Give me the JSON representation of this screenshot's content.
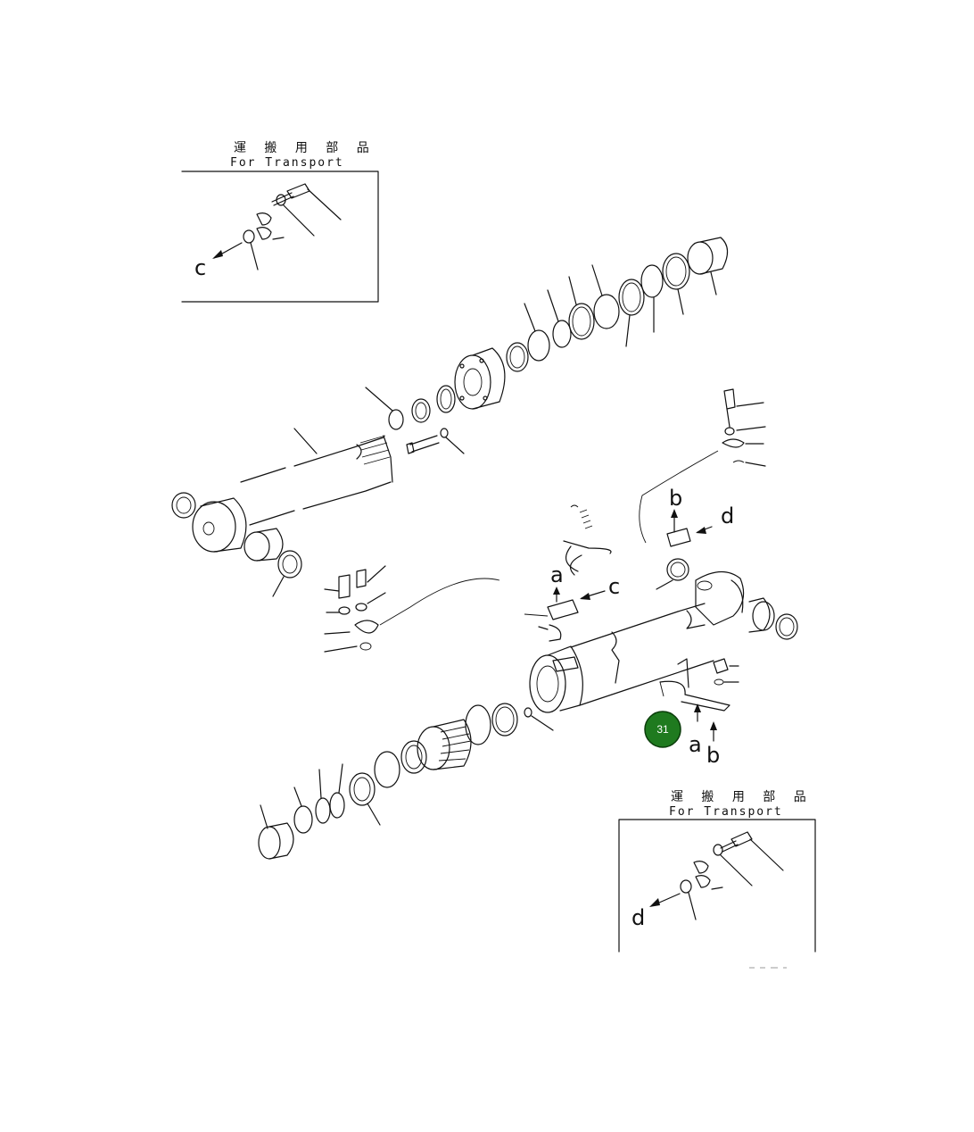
{
  "inset_top": {
    "caption_jp": "運 搬 用 部 品",
    "caption_en": "For Transport",
    "arrow_letter": "c"
  },
  "inset_bottom": {
    "caption_jp": "運 搬 用 部 品",
    "caption_en": "For Transport",
    "arrow_letter": "d"
  },
  "callouts": {
    "b_upper": "b",
    "d_upper": "d",
    "a_mid": "a",
    "c_mid": "c",
    "a_low": "a",
    "b_low": "b"
  },
  "hotspot": {
    "label": "31",
    "color": "#1f7a1f",
    "ring": "#0b3d0b"
  }
}
